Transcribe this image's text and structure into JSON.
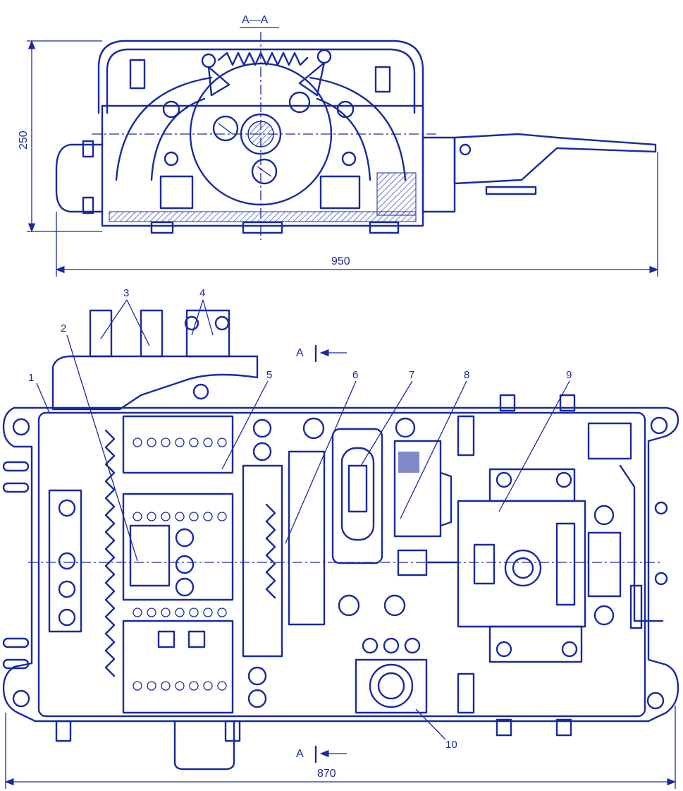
{
  "section_title": "A—A",
  "dimensions": {
    "height": "250",
    "top_length": "950",
    "bottom_length": "870"
  },
  "section_marks": [
    "A",
    "A"
  ],
  "callouts": [
    "1",
    "2",
    "3",
    "4",
    "5",
    "6",
    "7",
    "8",
    "9",
    "10"
  ]
}
